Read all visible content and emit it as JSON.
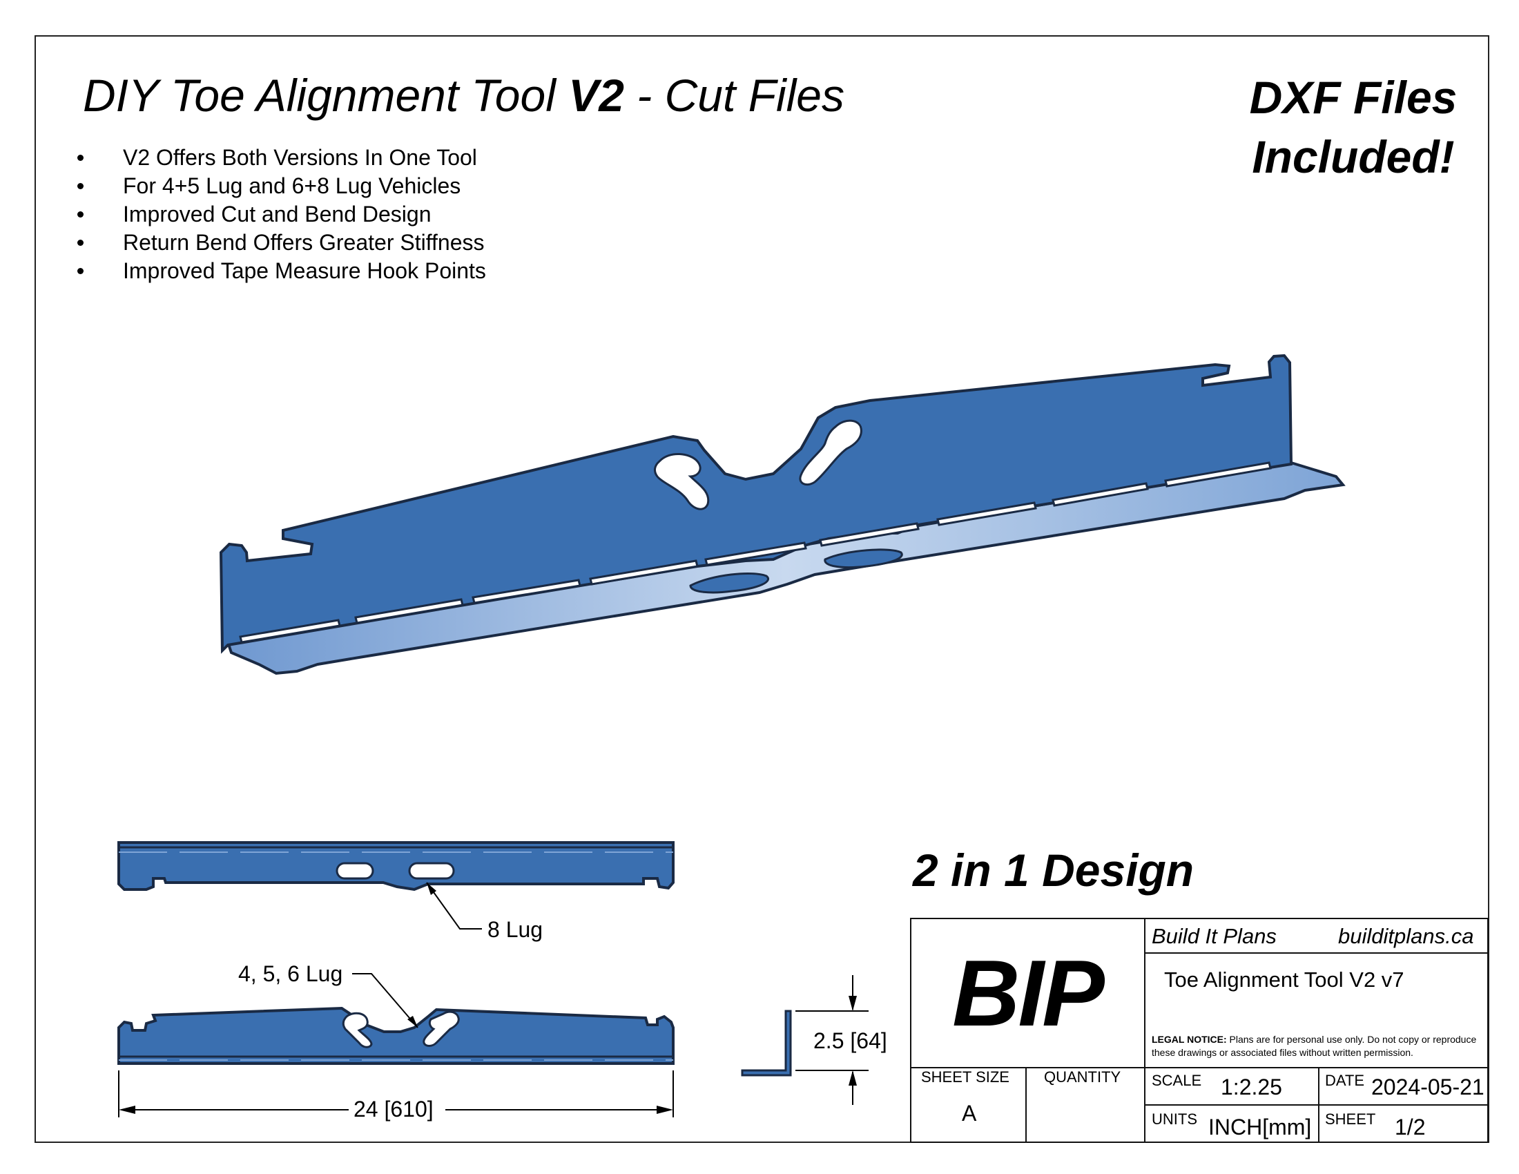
{
  "title": {
    "prefix": "DIY Toe Alignment Tool ",
    "bold": "V2",
    "suffix": " - Cut Files"
  },
  "dxf_badge": {
    "line1": "DXF Files",
    "line2": "Included!"
  },
  "features": [
    "V2 Offers Both Versions In One Tool",
    "For 4+5 Lug and 6+8 Lug Vehicles",
    "Improved Cut and Bend Design",
    "Return Bend Offers Greater Stiffness",
    "Improved Tape Measure Hook Points"
  ],
  "design_tagline": "2 in 1 Design",
  "callouts": {
    "lug8": "8 Lug",
    "lug456": "4, 5, 6 Lug",
    "length": "24 [610]",
    "height": "2.5 [64]"
  },
  "colors": {
    "part_blue": "#3a6fb0",
    "part_light": "#b8cdea",
    "outline": "#1a2a44"
  },
  "title_block": {
    "logo": "BIP",
    "company": "Build It Plans",
    "website": "builditplans.ca",
    "drawing_title": "Toe Alignment Tool V2 v7",
    "legal_label": "LEGAL NOTICE:",
    "legal_text": "Plans are for personal use only. Do not copy or reproduce these drawings or associated files without written permission.",
    "sheet_size_label": "SHEET SIZE",
    "sheet_size": "A",
    "quantity_label": "QUANTITY",
    "quantity": "",
    "scale_label": "SCALE",
    "scale": "1:2.25",
    "date_label": "DATE",
    "date": "2024-05-21",
    "units_label": "UNITS",
    "units": "INCH[mm]",
    "sheet_label": "SHEET",
    "sheet": "1/2"
  }
}
